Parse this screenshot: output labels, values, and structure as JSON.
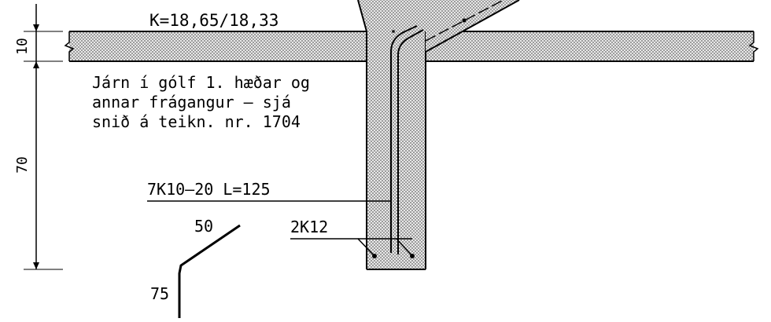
{
  "labels": {
    "k_value": "K=18,65/18,33",
    "dim_slab": "10",
    "dim_wall": "70",
    "note_line1": "Járn í gólf 1. hæðar og",
    "note_line2": "annar frágangur – sjá",
    "note_line3": "snið á teikn. nr. 1704",
    "rebar_main": "7K10–20 L=125",
    "rebar_long": "2K12",
    "bend_leg_top": "50",
    "bend_leg_vertical": "75"
  },
  "colors": {
    "line": "#000000",
    "hatch": "#9a9a9a",
    "background": "#ffffff"
  }
}
